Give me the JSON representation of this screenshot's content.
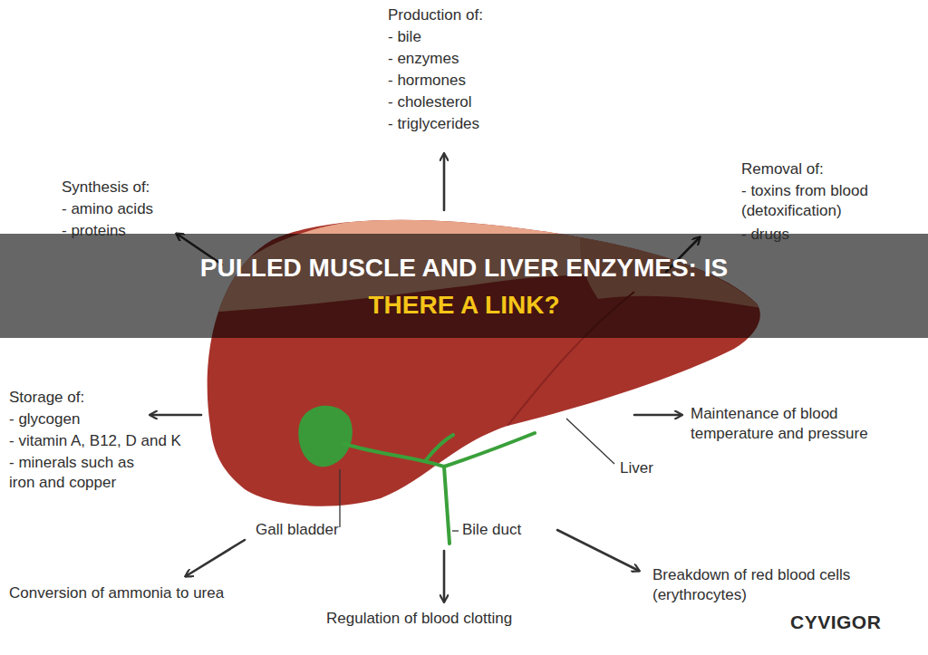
{
  "diagram": {
    "title": "PULLED MUSCLE AND LIVER ENZYMES: IS THERE A LINK?",
    "labels": [
      "Production of:",
      "- bile",
      "- enzymes",
      "- hormones",
      "- cholesterol",
      "- triglycerides",
      "Synthesis of:",
      "- amino acids",
      "- proteins",
      "Removal of:",
      "- toxins from blood (detoxification)",
      "- drugs",
      "Storage of:",
      "- glycogen",
      "- vitamin A, B12, D and K",
      "- minerals such as iron and copper",
      "Maintenance of blood temperature and pressure",
      "Conversion of ammonia to urea",
      "Regulation of blood clotting",
      "Breakdown of red blood cells (erythrocytes)",
      "Gall bladder",
      "Bile duct",
      "Liver",
      "CYVIGOR"
    ]
  }
}
